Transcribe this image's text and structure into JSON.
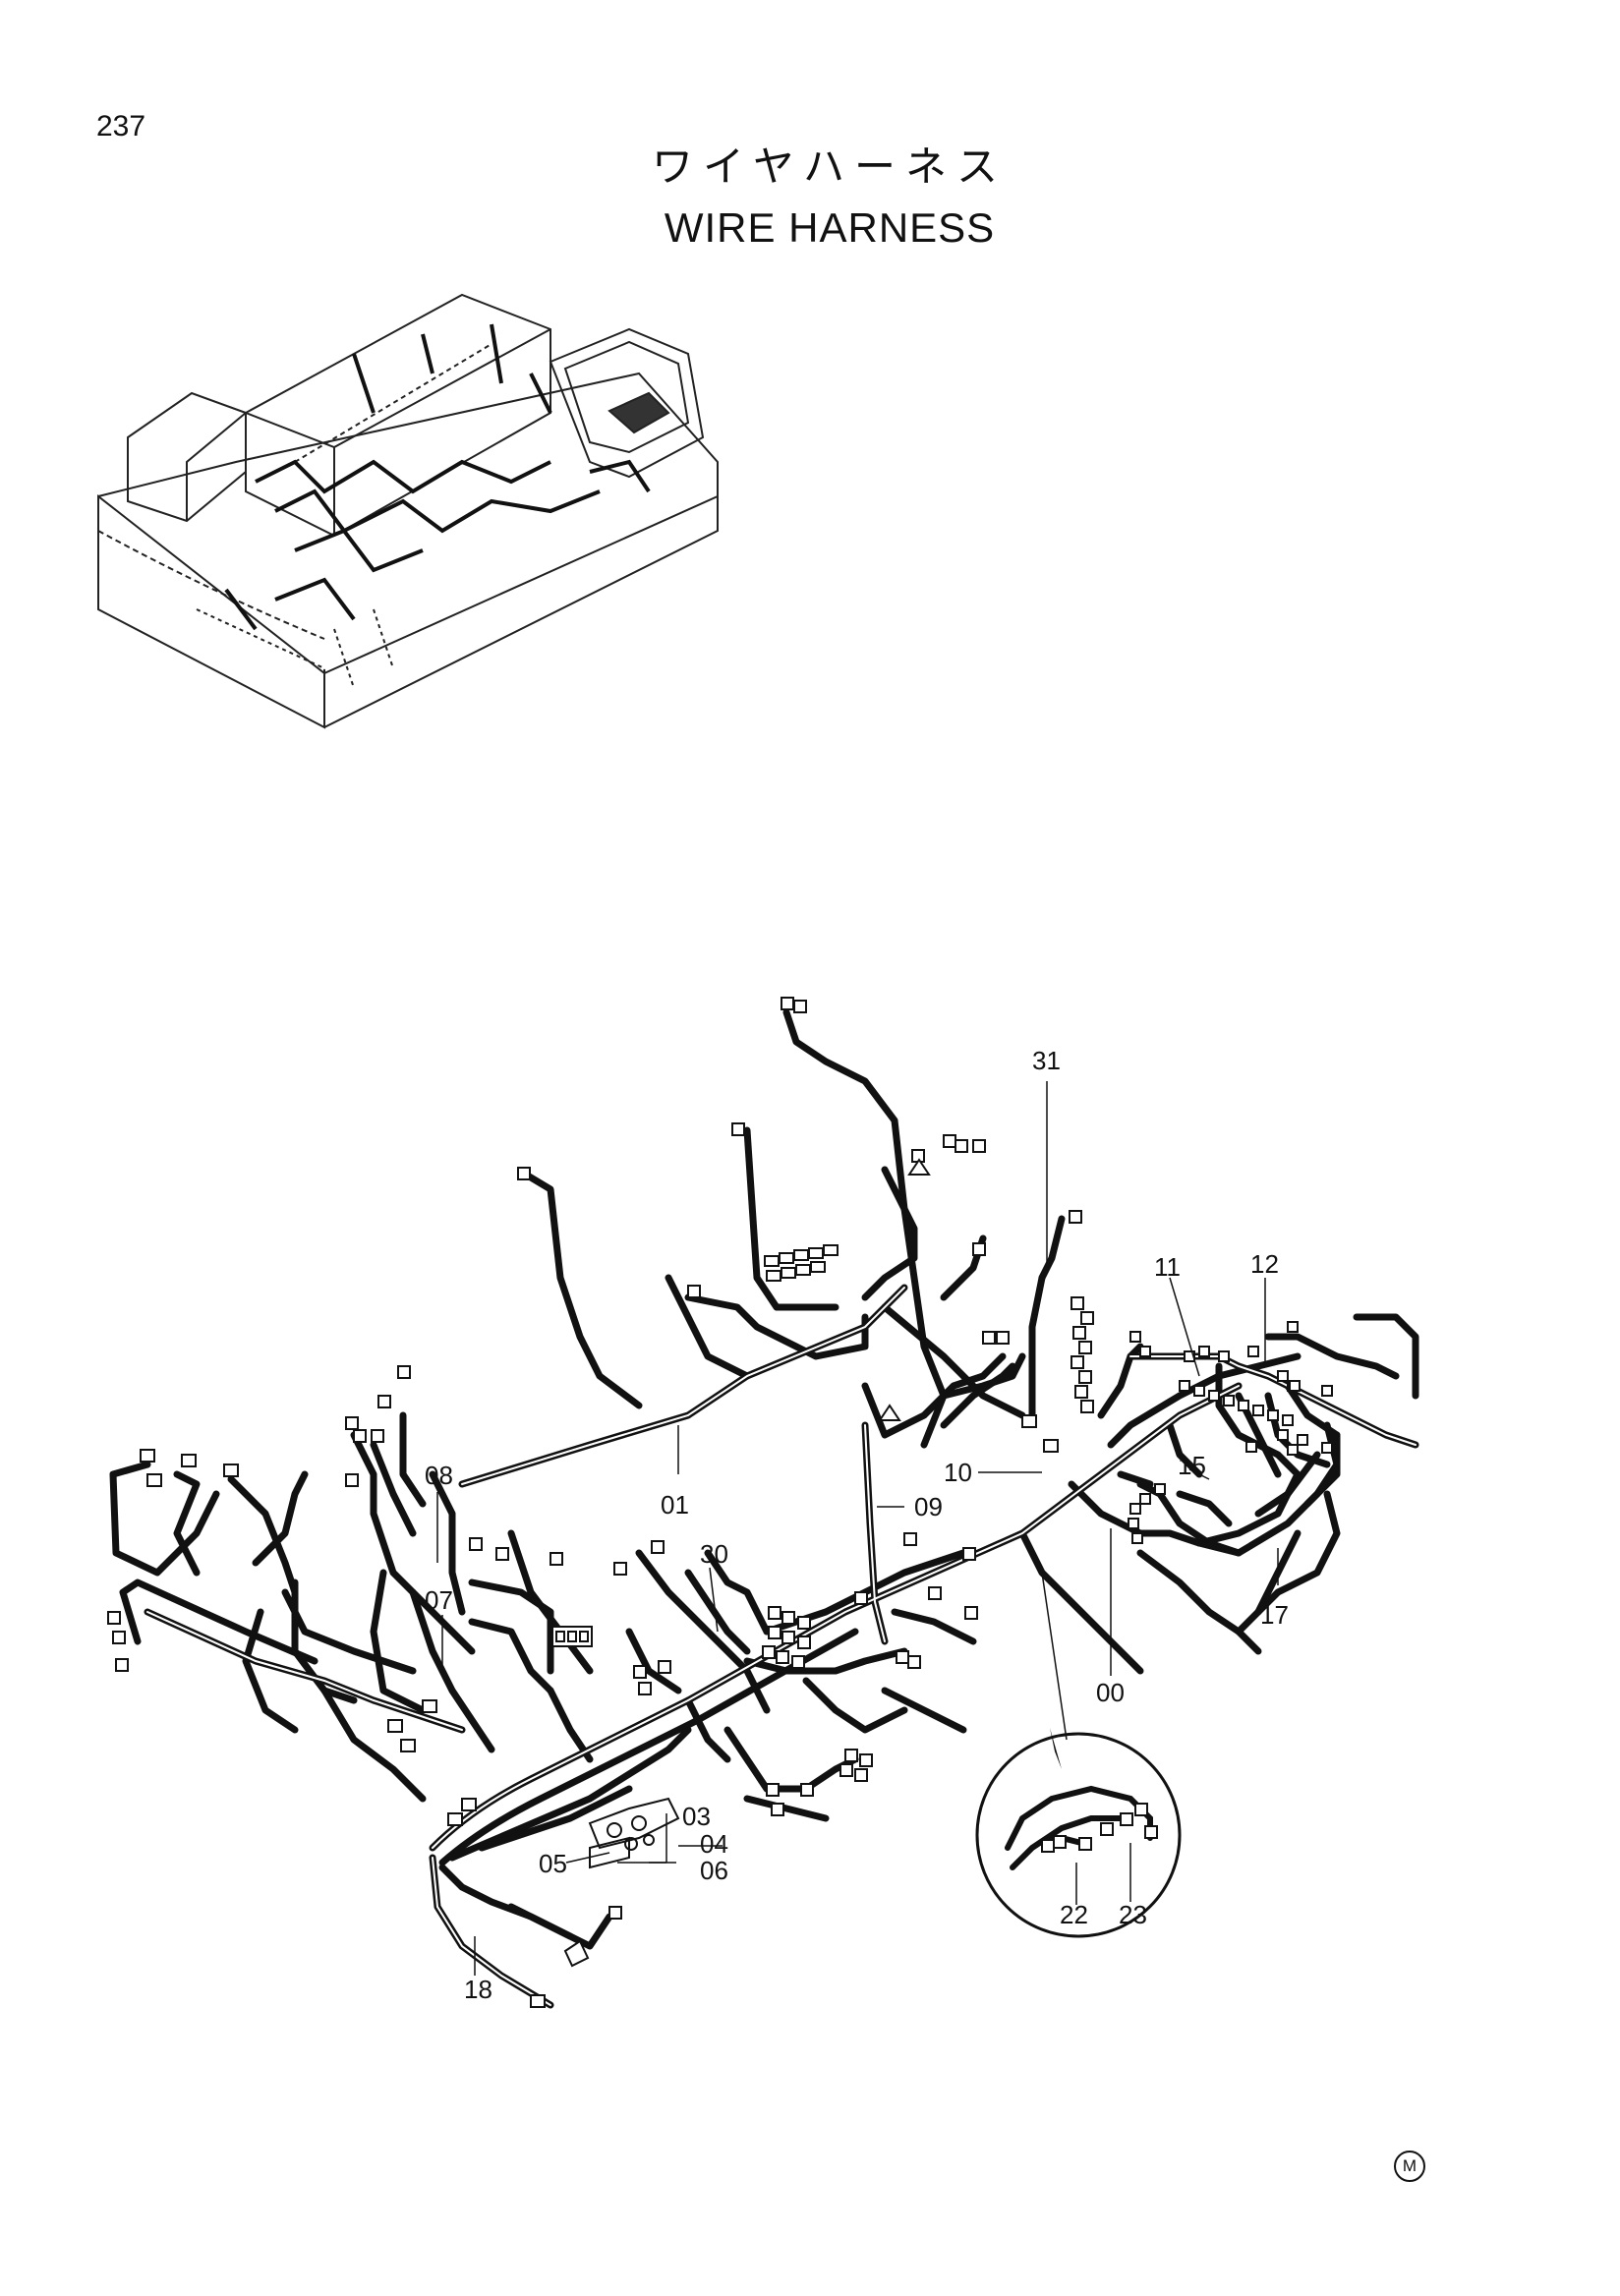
{
  "page": {
    "number": "237",
    "title_jp": "ワイヤハーネス",
    "title_en": "WIRE  HARNESS",
    "corner_mark": "M"
  },
  "callouts": {
    "c31": "31",
    "c11": "11",
    "c12": "12",
    "c08": "08",
    "c01": "01",
    "c10": "10",
    "c09": "09",
    "c15": "15",
    "c30": "30",
    "c07": "07",
    "c17": "17",
    "c00": "00",
    "c03": "03",
    "c04": "04",
    "c05": "05",
    "c06": "06",
    "c18": "18",
    "c22": "22",
    "c23": "23"
  }
}
